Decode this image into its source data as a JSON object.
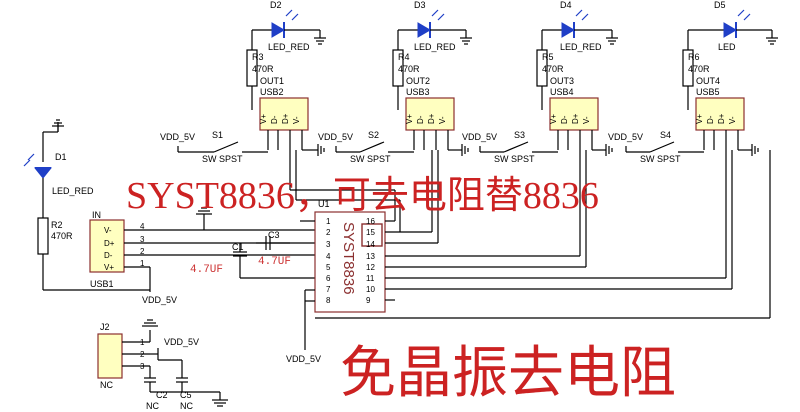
{
  "headline": "SYST8836，可去电阻替8836",
  "footer_caption": "免晶振去电阻",
  "chip": {
    "label": "SYST8836",
    "ref": "U1"
  },
  "diodes": [
    {
      "ref": "D1",
      "label": "LED_RED"
    },
    {
      "ref": "D2",
      "label": "LED_RED"
    },
    {
      "ref": "D3",
      "label": "LED_RED"
    },
    {
      "ref": "D4",
      "label": "LED_RED"
    },
    {
      "ref": "D5",
      "label": "LED"
    }
  ],
  "resistors": [
    {
      "ref": "R2",
      "value": "470R"
    },
    {
      "ref": "R3",
      "value": "470R"
    },
    {
      "ref": "R4",
      "value": "470R"
    },
    {
      "ref": "R5",
      "value": "470R"
    },
    {
      "ref": "R6",
      "value": "470R"
    }
  ],
  "outputs": [
    {
      "out": "OUT1",
      "usb": "USB2",
      "sw": "S1"
    },
    {
      "out": "OUT2",
      "usb": "USB3",
      "sw": "S2"
    },
    {
      "out": "OUT3",
      "usb": "USB4",
      "sw": "S3"
    },
    {
      "out": "OUT4",
      "usb": "USB5",
      "sw": "S4"
    }
  ],
  "switch_type": "SW SPST",
  "vdd": "VDD_5V",
  "usb_pins": [
    "V+",
    "D-",
    "D+",
    "V-"
  ],
  "input_connector": {
    "label": "IN",
    "ref": "USB1",
    "pins": [
      "V-",
      "D+",
      "D-",
      "V+"
    ],
    "numbers": [
      "4",
      "3",
      "2",
      "1"
    ]
  },
  "capacitors": [
    {
      "ref": "C1",
      "value": "4.7UF"
    },
    {
      "ref": "C3",
      "value": "4.7UF"
    },
    {
      "ref": "C2",
      "value": "NC"
    },
    {
      "ref": "C5",
      "value": "NC"
    }
  ],
  "header": {
    "ref": "J2",
    "pins": [
      "1",
      "2",
      "3"
    ],
    "value": "NC"
  },
  "chip_pins_left": [
    "1",
    "2",
    "3",
    "4",
    "5",
    "6",
    "7",
    "8"
  ],
  "chip_pins_right": [
    "16",
    "15",
    "14",
    "13",
    "12",
    "11",
    "10",
    "9"
  ]
}
